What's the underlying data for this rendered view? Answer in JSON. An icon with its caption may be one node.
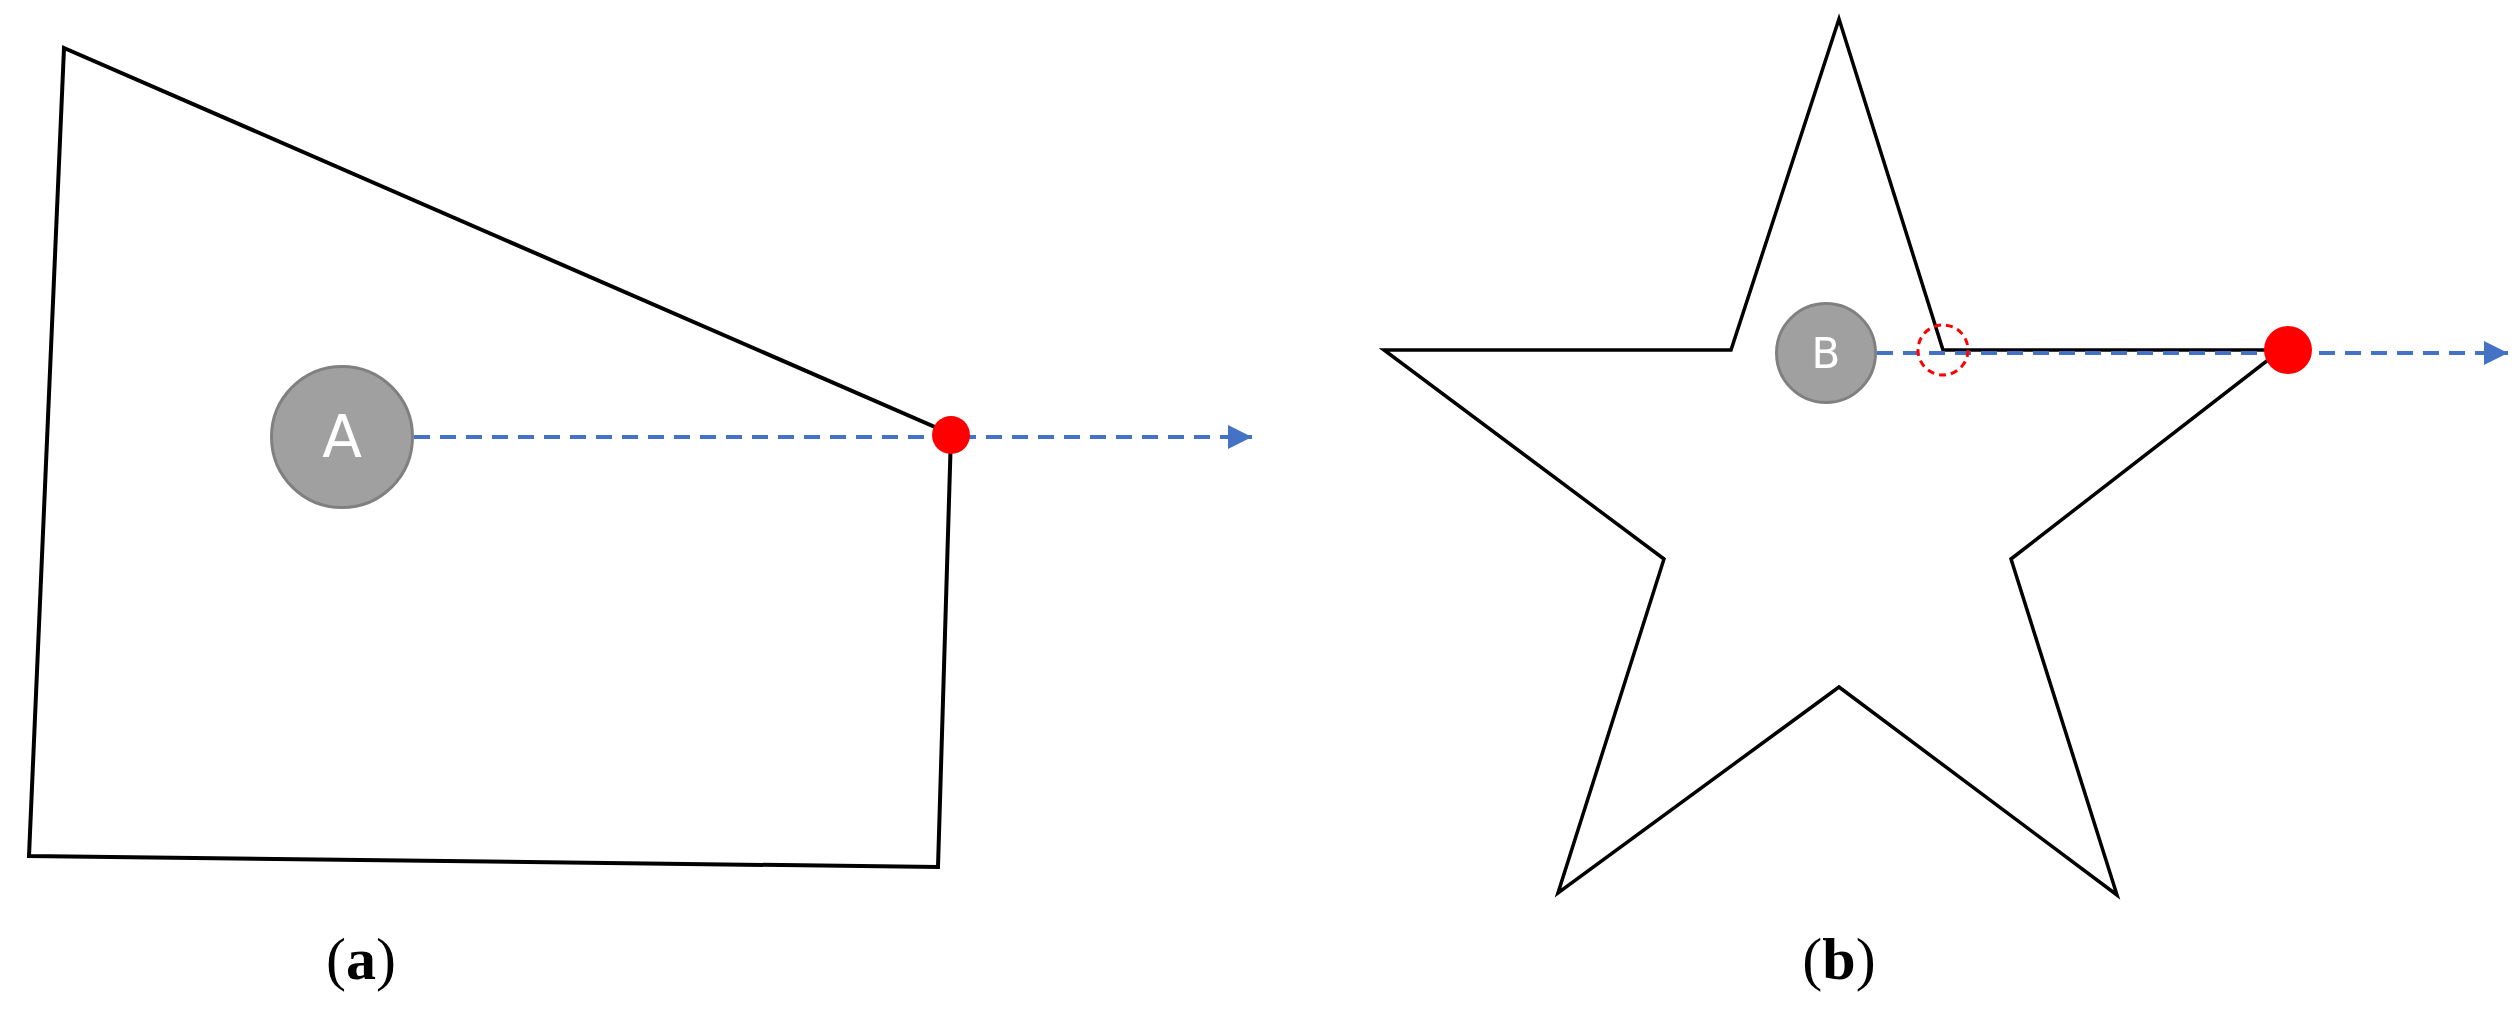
{
  "diagram": {
    "nodes": [
      {
        "text": [
          "A"
        ]
      },
      {
        "text": [
          "B"
        ]
      }
    ],
    "edges": [
      {
        "from": 0,
        "to": null,
        "arrow": "to",
        "style": "dashed",
        "color": "#4472c4"
      },
      {
        "from": 1,
        "to": null,
        "arrow": "to",
        "style": "dashed",
        "color": "#4472c4"
      }
    ],
    "labels": [
      "(**a**)",
      "(**b**)"
    ]
  }
}
